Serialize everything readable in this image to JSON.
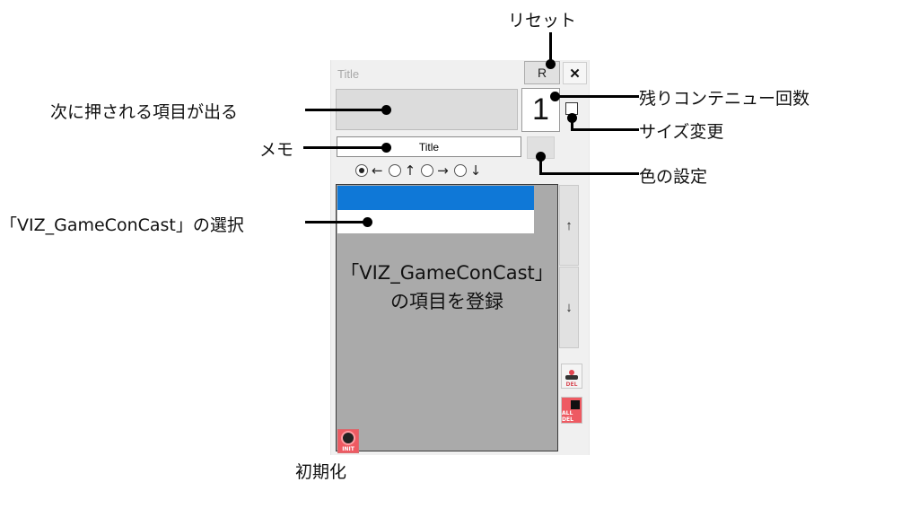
{
  "window": {
    "title": "Title",
    "reset_label": "R",
    "close_label": "✕",
    "continue_count": "1",
    "memo_value": "Title",
    "direction_options": [
      {
        "label": "←",
        "selected": true
      },
      {
        "label": "↑",
        "selected": false
      },
      {
        "label": "→",
        "selected": false
      },
      {
        "label": "↓",
        "selected": false
      }
    ],
    "list_note_line1": "「VIZ_GameConCast」",
    "list_note_line2": "の項目を登録",
    "scroll_up_label": "↑",
    "scroll_down_label": "↓",
    "del_label": "DEL",
    "alldel_label": "ALL DEL",
    "init_label": "INIT",
    "selection_color": "#0f78d7",
    "icon_button_color": "#ee5a62"
  },
  "annotations": {
    "reset": "リセット",
    "next_item": "次に押される項目が出る",
    "continue_count": "残りコンテニュー回数",
    "size_change": "サイズ変更",
    "memo": "メモ",
    "color_setting": "色の設定",
    "selection": "「VIZ_GameConCast」の選択",
    "initialize": "初期化"
  }
}
